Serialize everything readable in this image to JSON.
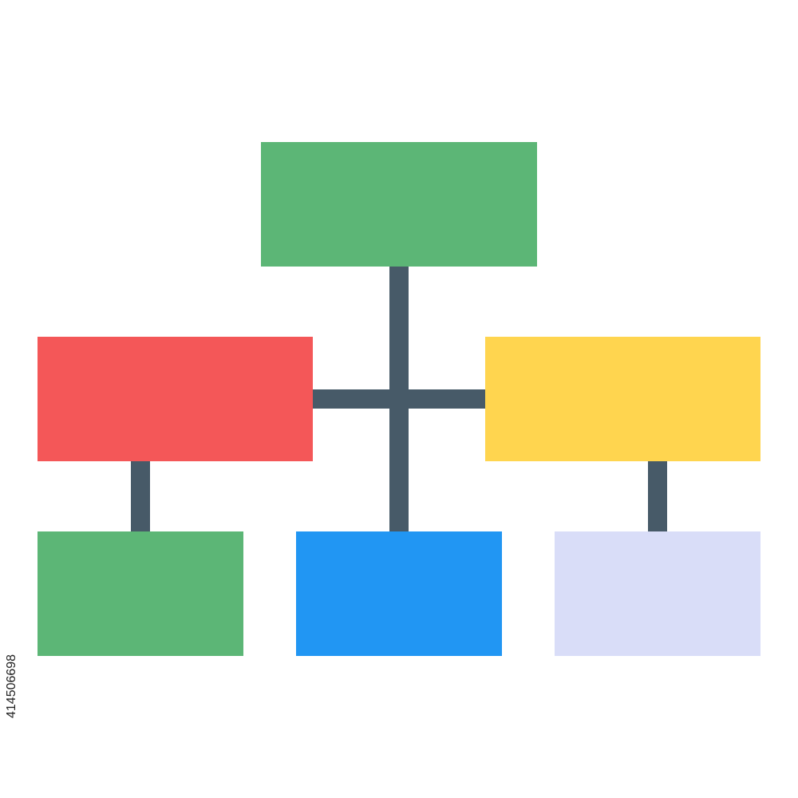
{
  "diagram": {
    "kind": "hierarchy",
    "connector_color": "#475a68",
    "nodes": [
      {
        "id": "root",
        "level": 0,
        "color": "#5cb676"
      },
      {
        "id": "left",
        "level": 1,
        "color": "#f45758"
      },
      {
        "id": "right",
        "level": 1,
        "color": "#ffd54f"
      },
      {
        "id": "bottom-left",
        "level": 2,
        "color": "#5cb676"
      },
      {
        "id": "bottom-center",
        "level": 2,
        "color": "#2196f3"
      },
      {
        "id": "bottom-right",
        "level": 2,
        "color": "#d9ddf8"
      }
    ],
    "edges": [
      [
        "root",
        "left"
      ],
      [
        "root",
        "right"
      ],
      [
        "root",
        "bottom-center"
      ],
      [
        "left",
        "bottom-left"
      ],
      [
        "right",
        "bottom-right"
      ]
    ]
  },
  "stock_id": "414506698"
}
